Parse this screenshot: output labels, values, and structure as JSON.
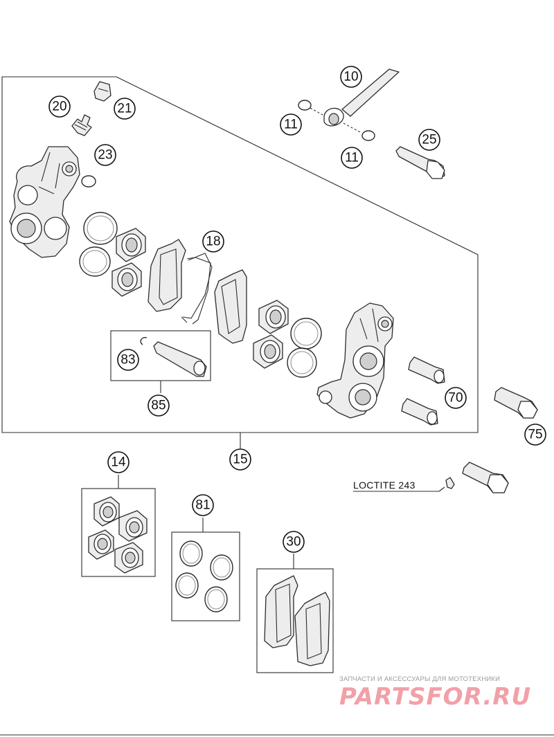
{
  "callouts": {
    "c10": "10",
    "c11a": "11",
    "c11b": "11",
    "c14": "14",
    "c15": "15",
    "c18": "18",
    "c20": "20",
    "c21": "21",
    "c23": "23",
    "c25": "25",
    "c30": "30",
    "c70": "70",
    "c75": "75",
    "c81": "81",
    "c83": "83",
    "c85": "85"
  },
  "labels": {
    "loctite": "LOCTITE 243"
  },
  "watermark": {
    "tagline": "ЗАПЧАСТИ И АКСЕССУАРЫ ДЛЯ МОТОТЕХНИКИ",
    "logo": "PARTSFOR.RU"
  }
}
